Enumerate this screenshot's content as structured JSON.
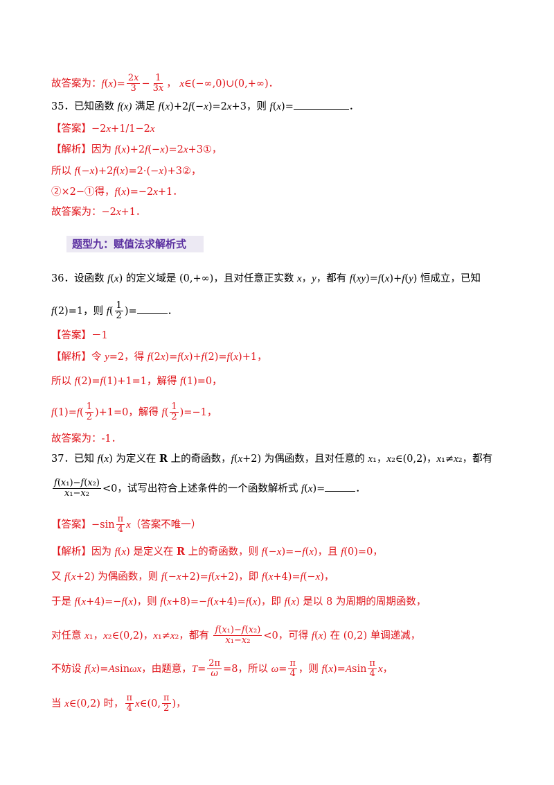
{
  "lines": [
    {
      "id": "l1",
      "text": "故答案为：f(x)=2x/3−1/(3x)，x∈(−∞,0)∪(0,+∞)．",
      "color": "red"
    },
    {
      "id": "l2",
      "text": "35．已知函数 f(x) 满足 f(x)+2f(−x)=2x+3，则 f(x)=",
      "color": "black"
    },
    {
      "id": "l3",
      "text": "【答案】−2x+1/1−2x",
      "color": "red"
    },
    {
      "id": "l4",
      "text": "【解析】因为 f(x)+2f(−x)=2x+3①，",
      "color": "red"
    },
    {
      "id": "l5",
      "text": "所以 f(−x)+2f(x)=2·(−x)+3②，",
      "color": "red"
    },
    {
      "id": "l6",
      "text": "②×2−①得，f(x)=−2x+1．",
      "color": "red"
    },
    {
      "id": "l7",
      "text": "故答案为：−2x+1．",
      "color": "red"
    },
    {
      "id": "h9",
      "text": "题型九：赋值法求解析式",
      "color": "purple"
    },
    {
      "id": "l8",
      "text": "36．设函数 f(x) 的定义域是 (0,+∞)，且对任意正实数 x，y，都有 f(xy)=f(x)+f(y) 恒成立，已知",
      "color": "black"
    },
    {
      "id": "l9",
      "text": "f(2)=1，则 f(1/2)=",
      "color": "black"
    },
    {
      "id": "l10",
      "text": "【答案】－1",
      "color": "red"
    },
    {
      "id": "l11",
      "text": "【解析】令 y=2，得 f(2x)=f(x)+f(2)=f(x)+1，",
      "color": "red"
    },
    {
      "id": "l12",
      "text": "所以 f(2)=f(1)+1=1，解得 f(1)=0，",
      "color": "red"
    },
    {
      "id": "l13",
      "text": "f(1)=f(1/2)+1=0，解得 f(1/2)=−1，",
      "color": "red"
    },
    {
      "id": "l14",
      "text": "故答案为：-1．",
      "color": "red"
    },
    {
      "id": "l15",
      "text": "37．已知 f(x) 为定义在 R 上的奇函数，f(x+2) 为偶函数，且对任意的 x₁，x₂∈(0,2)，x₁≠x₂，都有",
      "color": "black"
    },
    {
      "id": "l16",
      "text": "(f(x₁)−f(x₂))/(x₁−x₂)<0，试写出符合上述条件的一个函数解析式 f(x)=",
      "color": "black"
    },
    {
      "id": "l17",
      "text": "【答案】−sin(π/4)x（答案不唯一）",
      "color": "red"
    },
    {
      "id": "l18",
      "text": "【解析】因为 f(x) 是定义在 R 上的奇函数，则 f(−x)=−f(x)，且 f(0)=0，",
      "color": "red"
    },
    {
      "id": "l19",
      "text": "又 f(x+2) 为偶函数，则 f(−x+2)=f(x+2)，即 f(x+4)=f(−x)，",
      "color": "red"
    },
    {
      "id": "l20",
      "text": "于是 f(x+4)=−f(x)，则 f(x+8)=−f(x+4)=f(x)，即 f(x) 是以 8 为周期的周期函数，",
      "color": "red"
    },
    {
      "id": "l21",
      "text": "对任意 x₁，x₂∈(0,2)，x₁≠x₂，都有 (f(x₁)−f(x₂))/(x₁−x₂)<0，可得 f(x) 在 (0,2) 单调递减，",
      "color": "red"
    },
    {
      "id": "l22",
      "text": "不妨设 f(x)=Asinωx，由题意，T=2π/ω=8，所以 ω=π/4，则 f(x)=Asin(π/4)x，",
      "color": "red"
    },
    {
      "id": "l23",
      "text": "当 x∈(0,2) 时，(π/4)x∈(0,π/2)，",
      "color": "red"
    }
  ]
}
